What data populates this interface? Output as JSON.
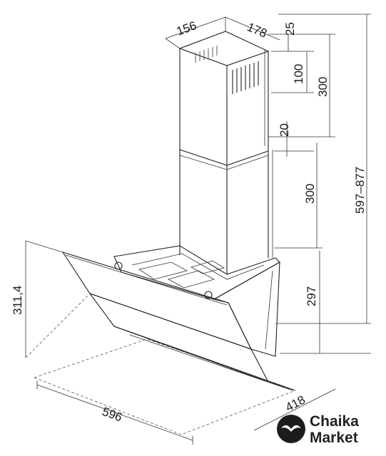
{
  "dimensions": {
    "chimney_depth": "156",
    "chimney_width": "178",
    "top_gap": "25",
    "vent_height": "100",
    "upper_section": "300",
    "overlap": "20",
    "lower_section": "300",
    "total_height": "597–877",
    "hood_height": "297",
    "glass_height": "311,4",
    "hood_width": "596",
    "hood_depth": "418"
  },
  "brand": {
    "line1": "Chaika",
    "line2": "Market",
    "logo_icon": "seagull-circle-icon"
  }
}
